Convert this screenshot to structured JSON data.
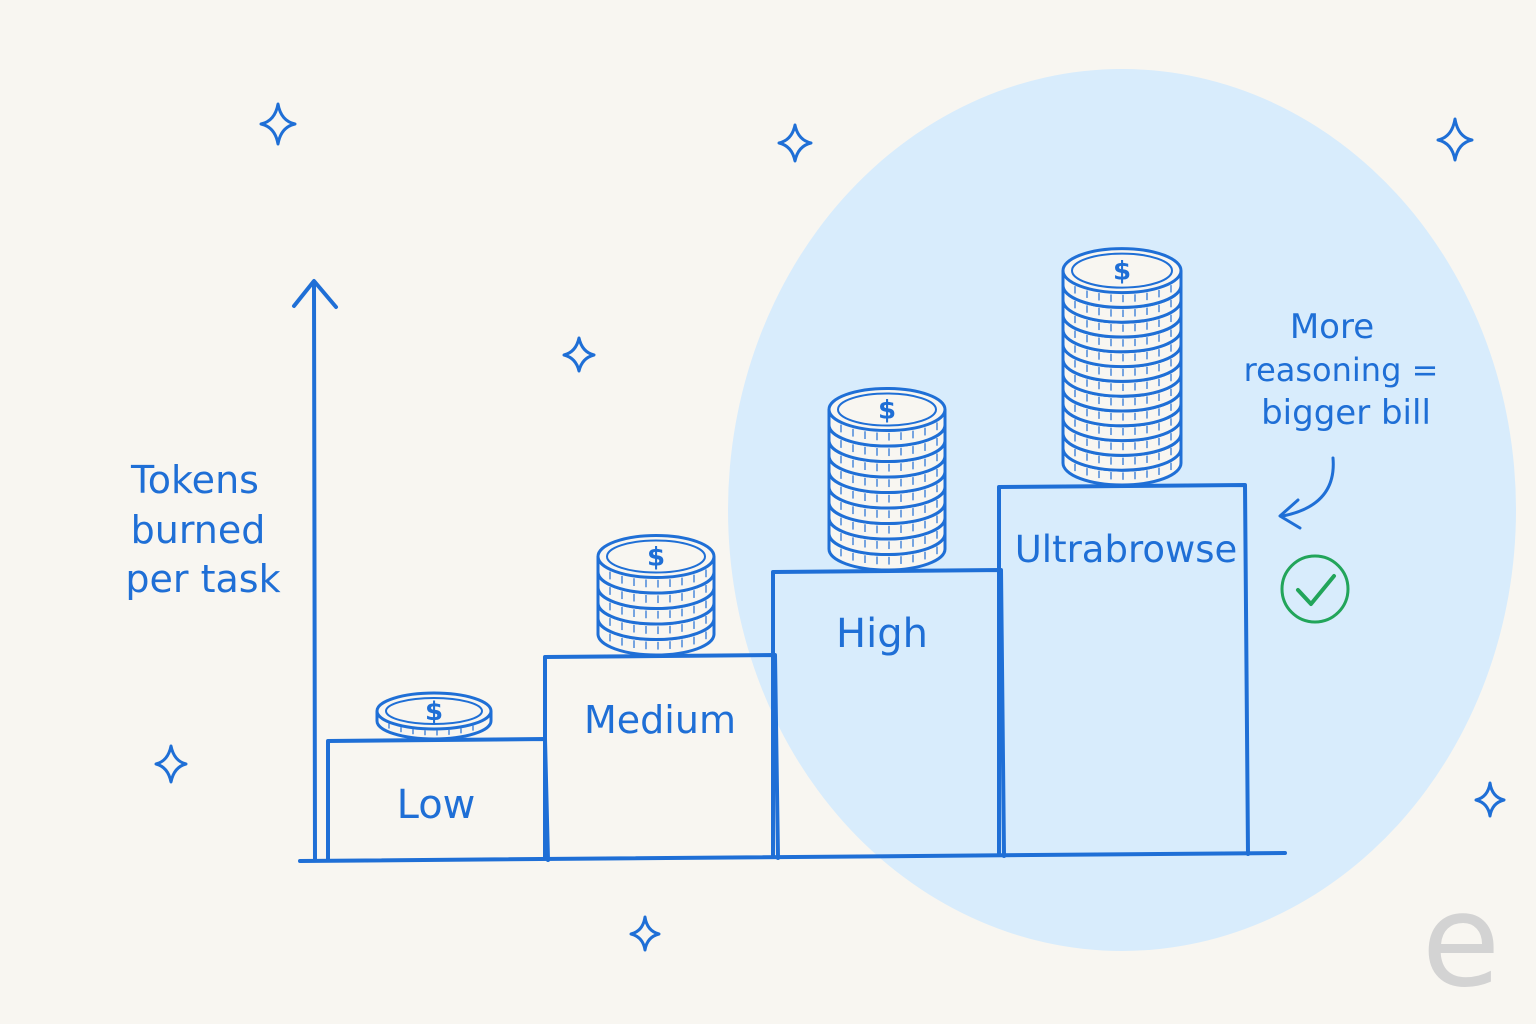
{
  "chart_data": {
    "type": "bar",
    "ylabel_lines": [
      "Tokens",
      "burned",
      "per task"
    ],
    "categories": [
      "Low",
      "Medium",
      "High",
      "Ultrabrowse"
    ],
    "values": [
      1,
      5,
      9,
      13
    ],
    "value_unit_symbol": "$",
    "annotation_lines": [
      "More",
      "reasoning =",
      "bigger bill"
    ],
    "highlight": "Ultrabrowse"
  },
  "logo": "e",
  "colors": {
    "background": "#f8f6f1",
    "ink": "#1f6fd6",
    "highlight_fill": "#d8ecfc",
    "check": "#22a55a",
    "logo": "#d3d3d3"
  }
}
